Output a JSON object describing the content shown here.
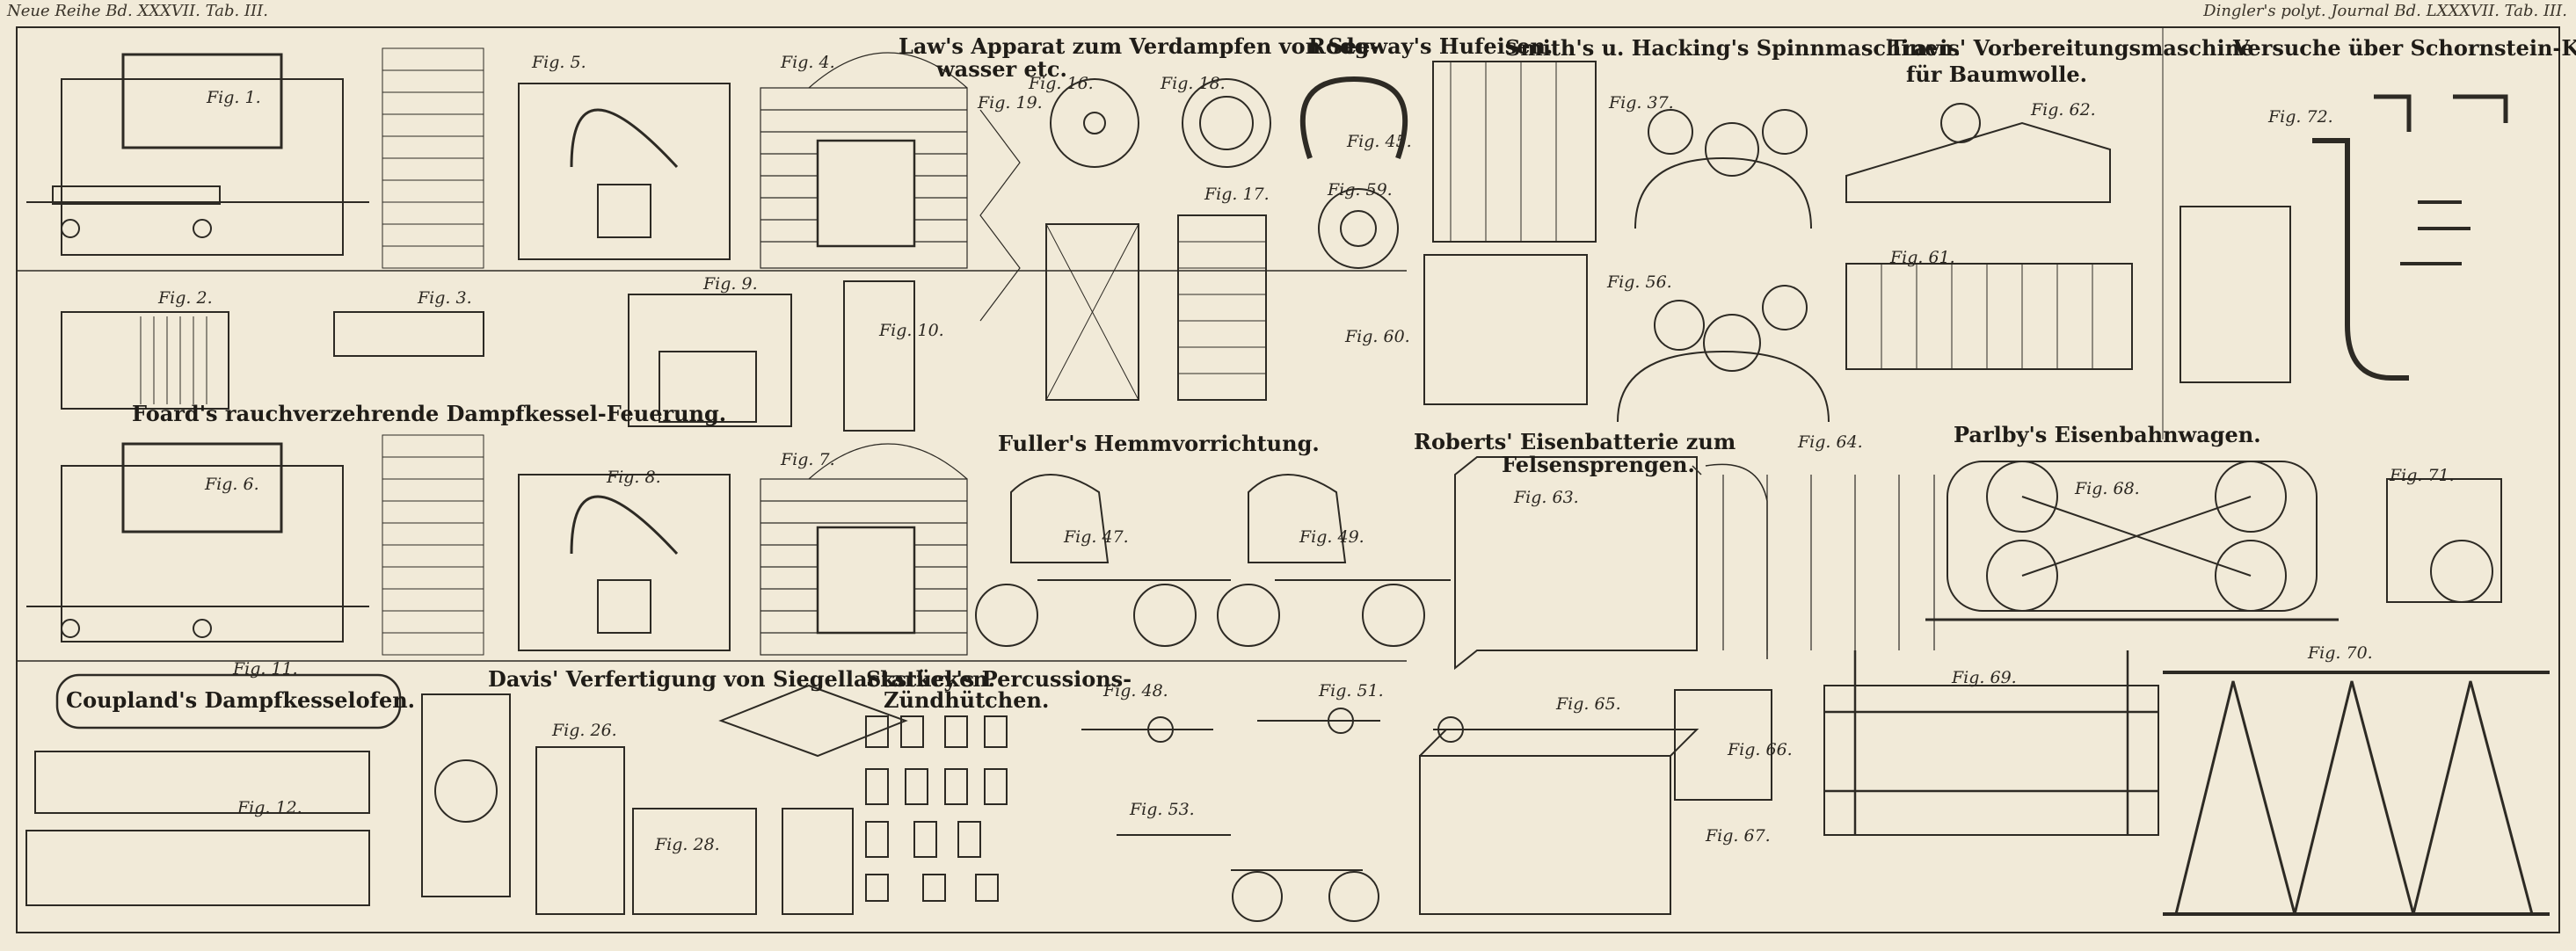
{
  "header": {
    "left": "Neue Reihe Bd. XXXVII. Tab. III.",
    "right": "Dingler's polyt. Journal Bd. LXXXVII. Tab. III."
  },
  "titles": {
    "law": "Law's Apparat zum Verdampfen von See-",
    "law2": "wasser etc.",
    "rodgway": "Rodgway's Hufeisen.",
    "smith": "Smith's u. Hacking's Spinnmaschinen.",
    "travis": "Travis' Vorbereitungsmaschine",
    "travis2": "für Baumwolle.",
    "versuche": "Versuche über Schornstein-Kappen.",
    "foard": "Foard's rauchverzehrende Dampfkessel-Feuerung.",
    "fuller": "Fuller's Hemmvorrichtung.",
    "roberts": "Roberts' Eisenbatterie zum",
    "roberts2": "Felsensprengen.",
    "parlby": "Parlby's Eisenbahnwagen.",
    "coupland": "Coupland's Dampfkesselofen.",
    "davis": "Davis' Verfertigung von Siegellackstücken.",
    "starkey": "Starkey's Percussions-",
    "starkey2": "Zündhütchen."
  },
  "figs": {
    "f1": "Fig. 1.",
    "f2": "Fig. 2.",
    "f3": "Fig. 3.",
    "f4": "Fig. 4.",
    "f5": "Fig. 5.",
    "f6": "Fig. 6.",
    "f7": "Fig. 7.",
    "f8": "Fig. 8.",
    "f9": "Fig. 9.",
    "f10": "Fig. 10.",
    "f11": "Fig. 11.",
    "f12": "Fig. 12.",
    "f16": "Fig. 16.",
    "f17": "Fig. 17.",
    "f18": "Fig. 18.",
    "f19": "Fig. 19.",
    "f26": "Fig. 26.",
    "f28": "Fig. 28.",
    "f37": "Fig. 37.",
    "f45": "Fig. 45.",
    "f47": "Fig. 47.",
    "f48": "Fig. 48.",
    "f49": "Fig. 49.",
    "f51": "Fig. 51.",
    "f53": "Fig. 53.",
    "f56": "Fig. 56.",
    "f59": "Fig. 59.",
    "f60": "Fig. 60.",
    "f61": "Fig. 61.",
    "f62": "Fig. 62.",
    "f63": "Fig. 63.",
    "f64": "Fig. 64.",
    "f65": "Fig. 65.",
    "f66": "Fig. 66.",
    "f67": "Fig. 67.",
    "f68": "Fig. 68.",
    "f69": "Fig. 69.",
    "f70": "Fig. 70.",
    "f71": "Fig. 71.",
    "f72": "Fig. 72."
  },
  "colors": {
    "paper": "#f1ead8",
    "ink": "#2d2a24"
  }
}
